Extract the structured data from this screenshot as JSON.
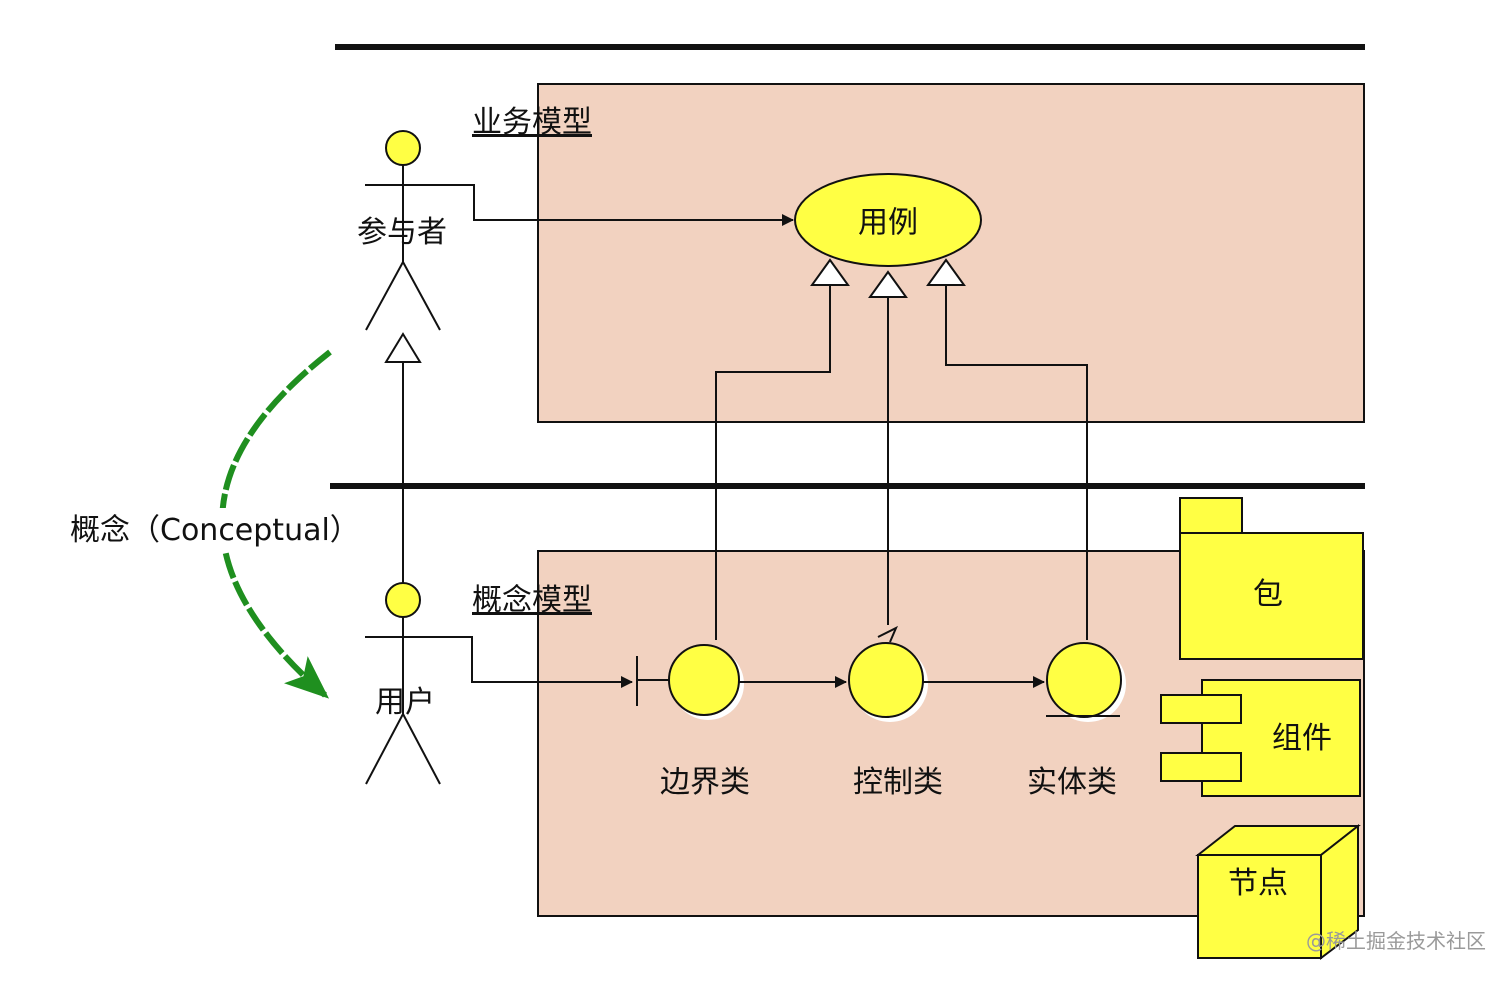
{
  "colors": {
    "panel_fill": "#f2d2c0",
    "element_fill": "#ffff44",
    "line": "#111111",
    "arrow_green": "#1f8f1f",
    "shadow": "#bbbbbb"
  },
  "layers": {
    "business": {
      "title": "业务模型"
    },
    "conceptual": {
      "title": "概念模型"
    }
  },
  "business": {
    "actor_label": "参与者",
    "usecase_label": "用例"
  },
  "conceptual": {
    "actor_label": "用户",
    "classes": {
      "boundary": "边界类",
      "control": "控制类",
      "entity": "实体类"
    },
    "package": "包",
    "component": "组件",
    "node": "节点"
  },
  "side_label": "概念（Conceptual）",
  "watermark": "@稀土掘金技术社区"
}
